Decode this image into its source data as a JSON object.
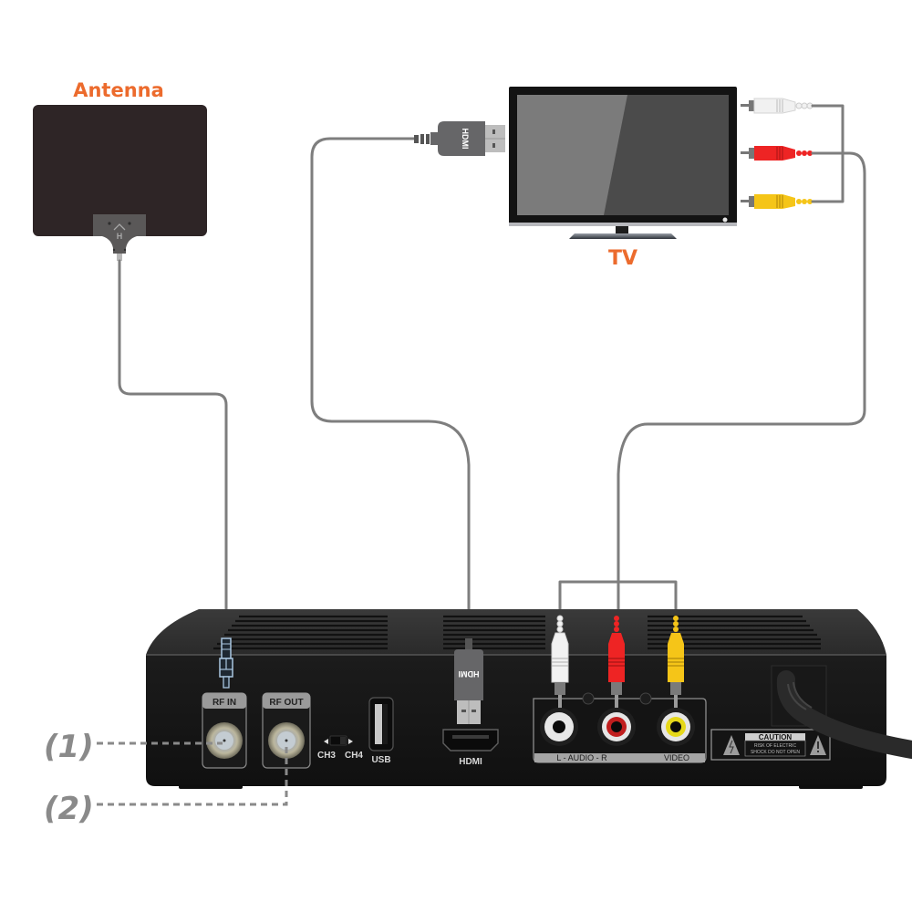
{
  "devices": {
    "antenna": {
      "label": "Antenna",
      "logo_letter": "H"
    },
    "tv": {
      "label": "TV"
    }
  },
  "cables": {
    "hdmi_plug_text": "HDMI"
  },
  "set_top_box": {
    "ports": {
      "rf_in": "RF IN",
      "rf_out": "RF OUT",
      "ch3": "CH3",
      "ch4": "CH4",
      "usb": "USB",
      "hdmi": "HDMI",
      "audio": "L - AUDIO - R",
      "video": "VIDEO"
    },
    "caution": {
      "title": "CAUTION",
      "line1": "RISK OF ELECTRIC",
      "line2": "SHOCK DO NOT OPEN"
    }
  },
  "callouts": [
    {
      "label": "(1)",
      "target": "RF IN"
    },
    {
      "label": "(2)",
      "target": "RF OUT"
    }
  ],
  "colors": {
    "accent_label": "#ec6b2d",
    "cable": "#7e7e7e",
    "rca_white": "#f2f2f2",
    "rca_red": "#ee2424",
    "rca_yellow": "#f5c518",
    "coax": "#a9c6e0"
  }
}
